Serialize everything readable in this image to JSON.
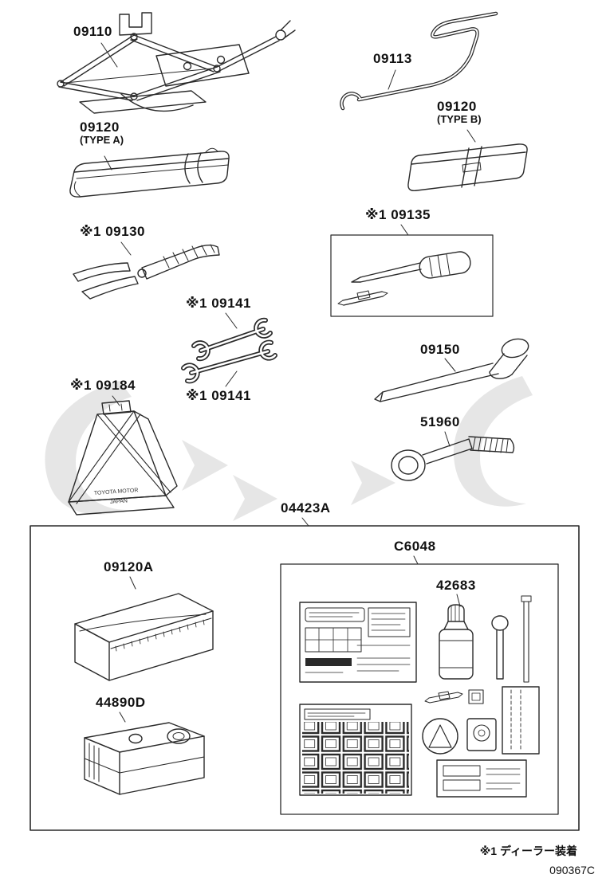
{
  "diagram": {
    "footnote": "※1 ディーラー装着",
    "code": "090367C",
    "parts": {
      "jack": {
        "label": "09110"
      },
      "tool_bag_a": {
        "label": "09120",
        "type": "(TYPE A)"
      },
      "handle_rod": {
        "label": "09113"
      },
      "tool_bag_b": {
        "label": "09120",
        "type": "(TYPE B)"
      },
      "pliers": {
        "label": "※1 09130"
      },
      "screwdriver": {
        "label": "※1 09135"
      },
      "wrench_upper": {
        "label": "※1 09141"
      },
      "wrench_lower": {
        "label": "※1 09141"
      },
      "wheel_nut_wrench": {
        "label": "09150"
      },
      "wheel_chock": {
        "label": "※1 09184",
        "stamp_line1": "TOYOTA MOTOR",
        "stamp_line2": "JAPAN"
      },
      "tow_hook": {
        "label": "51960"
      },
      "tool_kit_box": {
        "label": "04423A"
      },
      "tool_case": {
        "label": "09120A"
      },
      "air_compressor": {
        "label": "44890D"
      },
      "first_aid_kit": {
        "label": "C6048"
      },
      "sealant_bottle": {
        "label": "42683"
      }
    }
  }
}
